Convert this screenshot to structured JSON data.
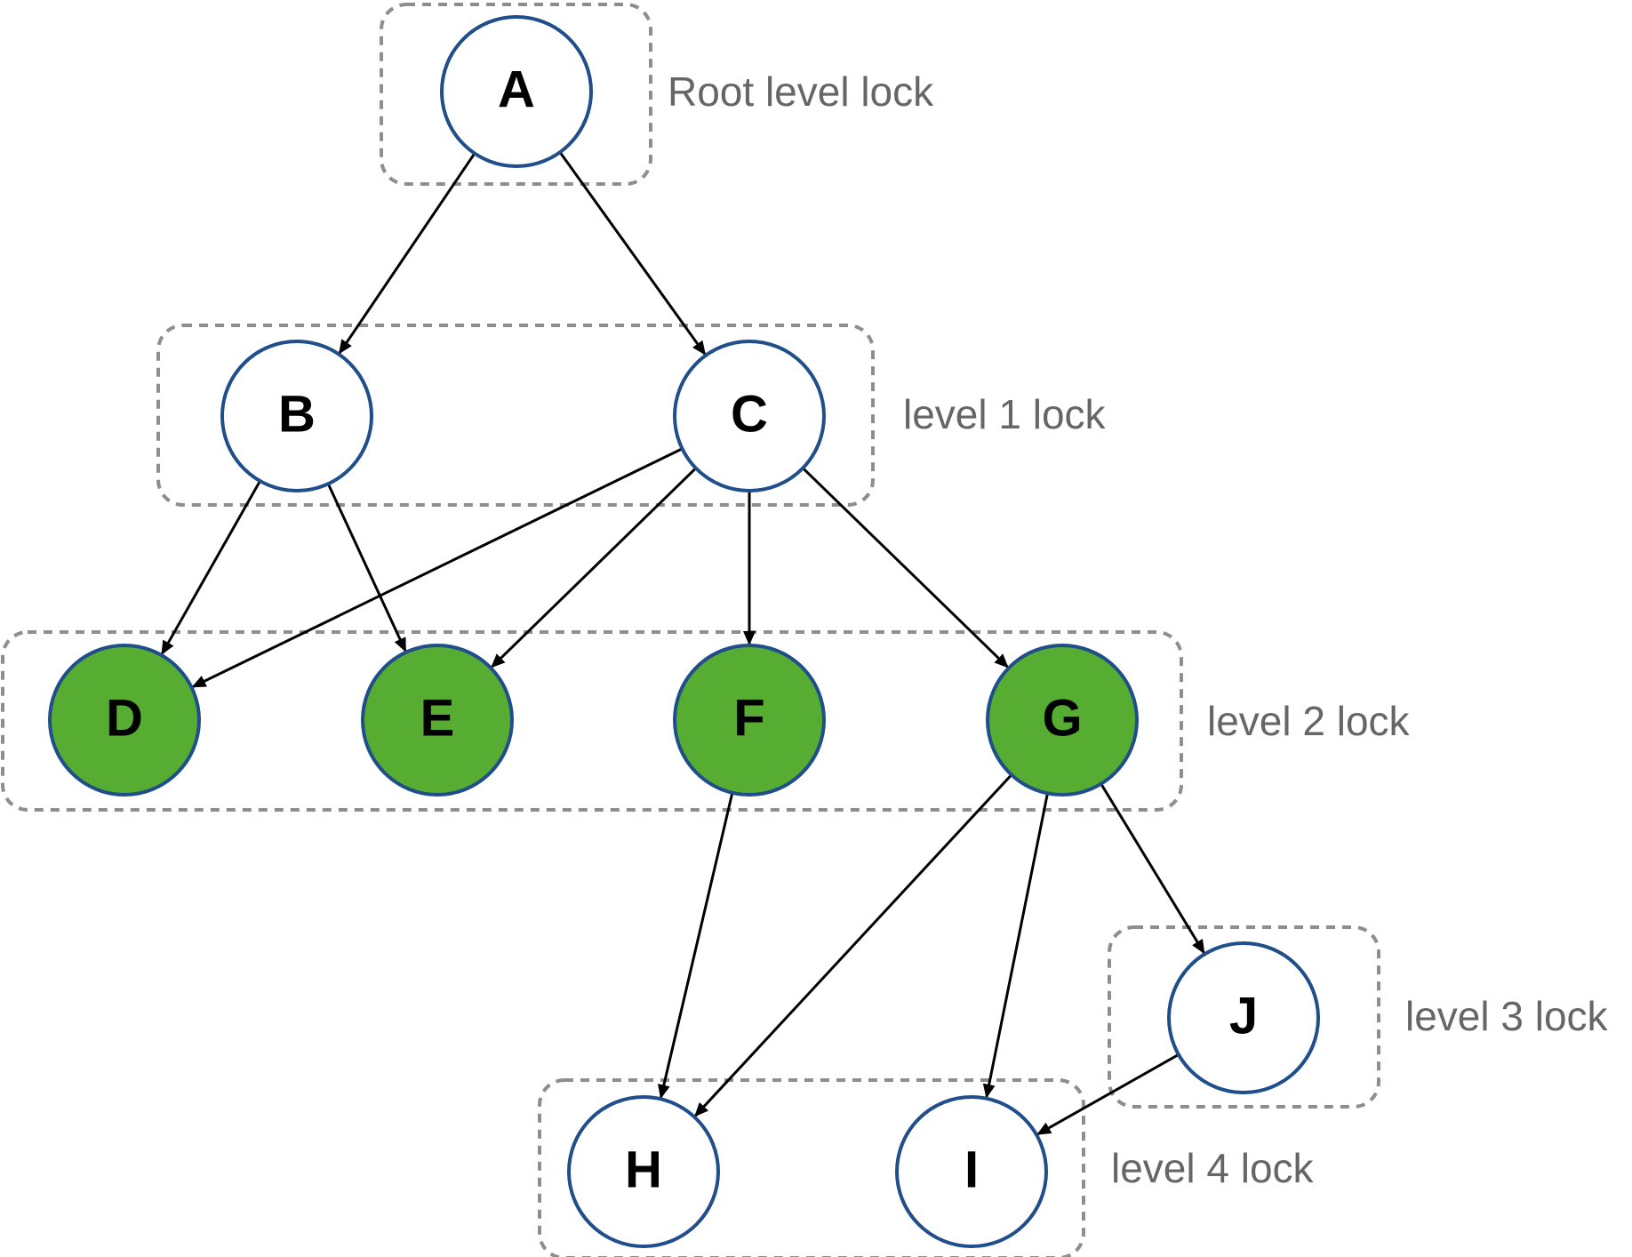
{
  "diagram": {
    "colors": {
      "node_fill": "#ffffff",
      "node_highlight_fill": "#56ad32",
      "node_stroke": "#1f4e8a",
      "edge": "#000000",
      "group_border": "#8e8e8e",
      "group_label": "#666666"
    },
    "nodes": [
      {
        "id": "A",
        "label": "A",
        "highlighted": false
      },
      {
        "id": "B",
        "label": "B",
        "highlighted": false
      },
      {
        "id": "C",
        "label": "C",
        "highlighted": false
      },
      {
        "id": "D",
        "label": "D",
        "highlighted": true
      },
      {
        "id": "E",
        "label": "E",
        "highlighted": true
      },
      {
        "id": "F",
        "label": "F",
        "highlighted": true
      },
      {
        "id": "G",
        "label": "G",
        "highlighted": true
      },
      {
        "id": "H",
        "label": "H",
        "highlighted": false
      },
      {
        "id": "I",
        "label": "I",
        "highlighted": false
      },
      {
        "id": "J",
        "label": "J",
        "highlighted": false
      }
    ],
    "edges": [
      {
        "from": "A",
        "to": "B"
      },
      {
        "from": "A",
        "to": "C"
      },
      {
        "from": "B",
        "to": "D"
      },
      {
        "from": "B",
        "to": "E"
      },
      {
        "from": "C",
        "to": "D"
      },
      {
        "from": "C",
        "to": "E"
      },
      {
        "from": "C",
        "to": "F"
      },
      {
        "from": "C",
        "to": "G"
      },
      {
        "from": "F",
        "to": "H"
      },
      {
        "from": "G",
        "to": "H"
      },
      {
        "from": "G",
        "to": "I"
      },
      {
        "from": "G",
        "to": "J"
      },
      {
        "from": "J",
        "to": "I"
      }
    ],
    "groups": [
      {
        "id": "root",
        "label": "Root level lock",
        "members": [
          "A"
        ]
      },
      {
        "id": "level1",
        "label": "level 1 lock",
        "members": [
          "B",
          "C"
        ]
      },
      {
        "id": "level2",
        "label": "level 2 lock",
        "members": [
          "D",
          "E",
          "F",
          "G"
        ]
      },
      {
        "id": "level3",
        "label": "level 3 lock",
        "members": [
          "J"
        ]
      },
      {
        "id": "level4",
        "label": "level 4 lock",
        "members": [
          "H",
          "I"
        ]
      }
    ]
  }
}
